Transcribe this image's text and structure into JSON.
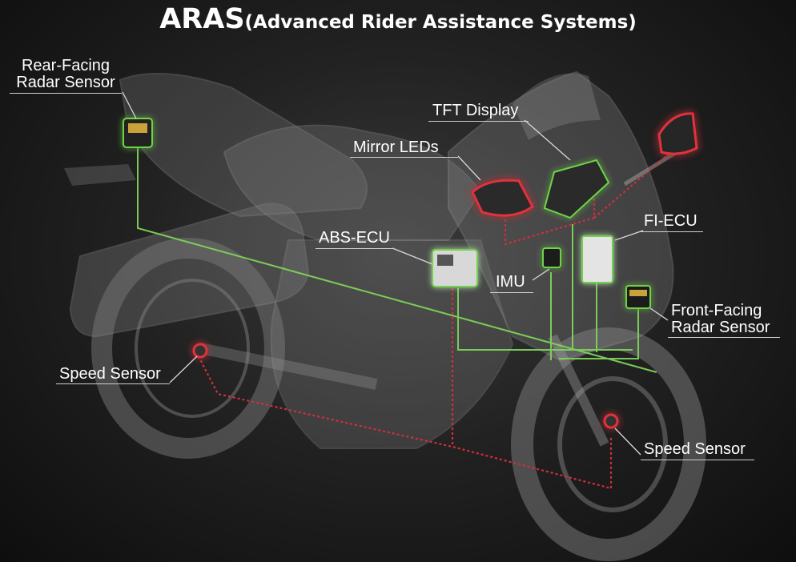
{
  "diagram": {
    "title": "ARAS",
    "subtitle": "(Advanced Rider Assistance Systems)",
    "labels": {
      "rear_radar": "Rear-Facing\nRadar Sensor",
      "tft_display": "TFT Display",
      "mirror_leds": "Mirror LEDs",
      "abs_ecu": "ABS-ECU",
      "fi_ecu": "FI-ECU",
      "imu": "IMU",
      "front_radar": "Front-Facing\nRadar Sensor",
      "speed_sensor_rear": "Speed Sensor",
      "speed_sensor_front": "Speed Sensor"
    },
    "colors": {
      "can_line": "#7fd35a",
      "sensor_line": "#d0303a",
      "component_glow_green": "#6fd24a",
      "component_glow_red": "#e0323c",
      "text": "#ffffff"
    }
  }
}
